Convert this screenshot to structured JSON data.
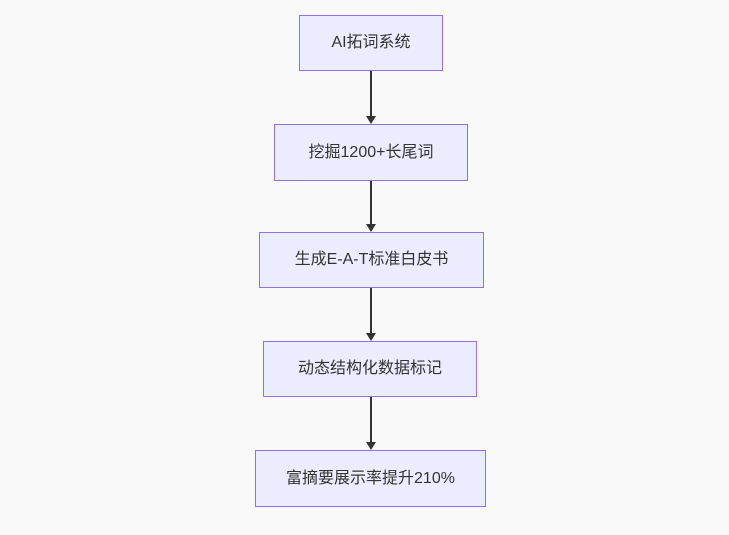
{
  "diagram": {
    "type": "flowchart",
    "direction": "top-down",
    "nodes": [
      {
        "id": "n1",
        "label": "AI拓词系统"
      },
      {
        "id": "n2",
        "label": "挖掘1200+长尾词"
      },
      {
        "id": "n3",
        "label": "生成E-A-T标准白皮书"
      },
      {
        "id": "n4",
        "label": "动态结构化数据标记"
      },
      {
        "id": "n5",
        "label": "富摘要展示率提升210%"
      }
    ],
    "edges": [
      {
        "from": "n1",
        "to": "n2",
        "style": "arrow-down"
      },
      {
        "from": "n2",
        "to": "n3",
        "style": "arrow-down"
      },
      {
        "from": "n3",
        "to": "n4",
        "style": "arrow-down"
      },
      {
        "from": "n4",
        "to": "n5",
        "style": "arrow-down"
      }
    ],
    "colors": {
      "background": "#F9F9F9",
      "node_fill": "#ECECFF",
      "node_border": "#9370DB",
      "arrow": "#333333",
      "text": "#333333"
    }
  }
}
